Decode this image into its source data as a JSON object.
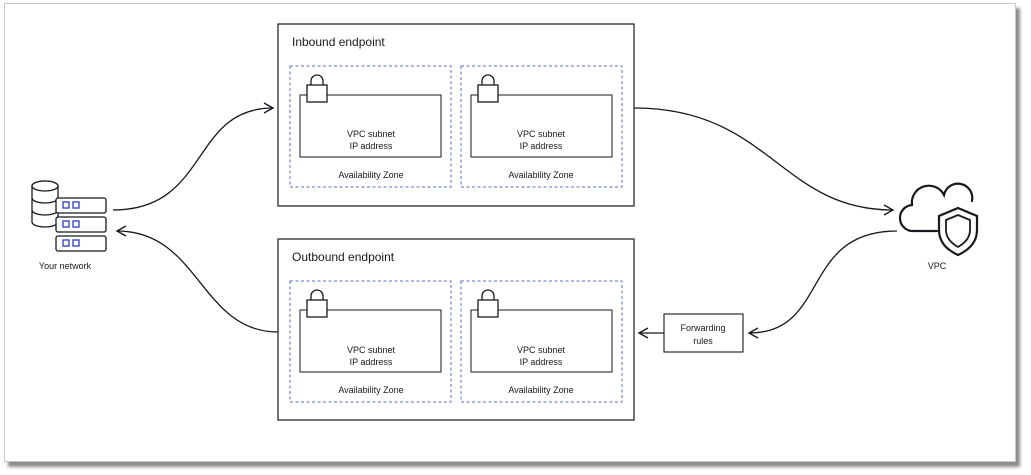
{
  "network": {
    "label": "Your network"
  },
  "vpc": {
    "label": "VPC"
  },
  "inbound": {
    "title": "Inbound endpoint",
    "zones": [
      {
        "subnet": "VPC subnet",
        "ip": "IP address",
        "zone": "Availability Zone"
      },
      {
        "subnet": "VPC subnet",
        "ip": "IP address",
        "zone": "Availability Zone"
      }
    ]
  },
  "outbound": {
    "title": "Outbound endpoint",
    "zones": [
      {
        "subnet": "VPC subnet",
        "ip": "IP address",
        "zone": "Availability Zone"
      },
      {
        "subnet": "VPC subnet",
        "ip": "IP address",
        "zone": "Availability Zone"
      }
    ]
  },
  "forwarding": {
    "line1": "Forwarding",
    "line2": "rules"
  },
  "colors": {
    "line": "#16191f",
    "dash": "#5a6ec8",
    "icon_blue": "#3b48cc"
  }
}
